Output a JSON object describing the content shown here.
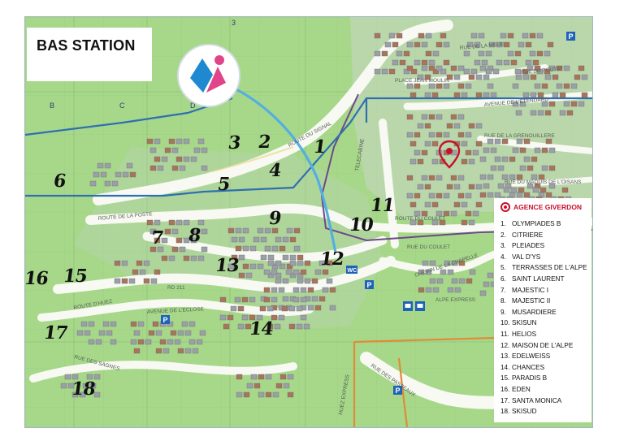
{
  "title": "BAS STATION",
  "agency": {
    "name": "AGENCE GIVERDON",
    "icon": "location-pin-icon",
    "color": "#c8102e"
  },
  "residences": [
    {
      "num": 1,
      "name": "OLYMPIADES B"
    },
    {
      "num": 2,
      "name": "CITRIERE"
    },
    {
      "num": 3,
      "name": "PLEIADES"
    },
    {
      "num": 4,
      "name": "VAL D'YS"
    },
    {
      "num": 5,
      "name": "TERRASSES DE L'ALPE"
    },
    {
      "num": 6,
      "name": "SAINT LAURENT"
    },
    {
      "num": 7,
      "name": "MAJESTIC I"
    },
    {
      "num": 8,
      "name": "MAJESTIC II"
    },
    {
      "num": 9,
      "name": "MUSARDIERE"
    },
    {
      "num": 10,
      "name": "SKISUN"
    },
    {
      "num": 11,
      "name": "HELIOS"
    },
    {
      "num": 12,
      "name": "MAISON DE L'ALPE"
    },
    {
      "num": 13,
      "name": "EDELWEISS"
    },
    {
      "num": 14,
      "name": "CHANCES"
    },
    {
      "num": 15,
      "name": "PARADIS B"
    },
    {
      "num": 16,
      "name": "EDEN"
    },
    {
      "num": 17,
      "name": "SANTA MONICA"
    },
    {
      "num": 18,
      "name": "SKISUD"
    }
  ],
  "handwritten_numbers": [
    "1",
    "2",
    "3",
    "4",
    "5",
    "6",
    "7",
    "8",
    "9",
    "10",
    "11",
    "12",
    "13",
    "14",
    "15",
    "16",
    "17",
    "18"
  ],
  "grid_letters": [
    "B",
    "C",
    "D"
  ],
  "grid_numbers": [
    "3"
  ],
  "streets": [
    "ROUTE DU SIGNAL",
    "ROUTE DE LA POSTE",
    "ROUTE DU COULET",
    "ROUTE D'HUEZ",
    "AVENUE DE L'ECLOSE",
    "RD 211",
    "RUE DES SAGNES",
    "AVENUE DE L'ETENDARD",
    "RUE DE LA MEIJE",
    "RUE DU POUTAT",
    "RUE DES PASSEAUX",
    "CHEMIN DE LA CHAPELLE",
    "ALPE EXPRESS",
    "TELECABINE",
    "RUE DU COULET",
    "RUE DU MAQUIS DE L'OISANS",
    "PLACE JEAN MOULIN",
    "RUE DE LA GRENOUILLERE",
    "HUEZ EXPRESS"
  ],
  "map_colors": {
    "grass": "#a7d88a",
    "road": "#f7f9f2",
    "route_blue": "#2f6fb0",
    "route_purple": "#6b4a8a",
    "lift_blue": "#55aee0",
    "orange_boundary": "#e08a3a"
  },
  "icons": [
    "tourist-office-logo-icon",
    "parking-icon",
    "recycling-icon",
    "wc-icon",
    "bus-icon"
  ],
  "labels": {
    "wc": "WC",
    "parking": "P"
  }
}
